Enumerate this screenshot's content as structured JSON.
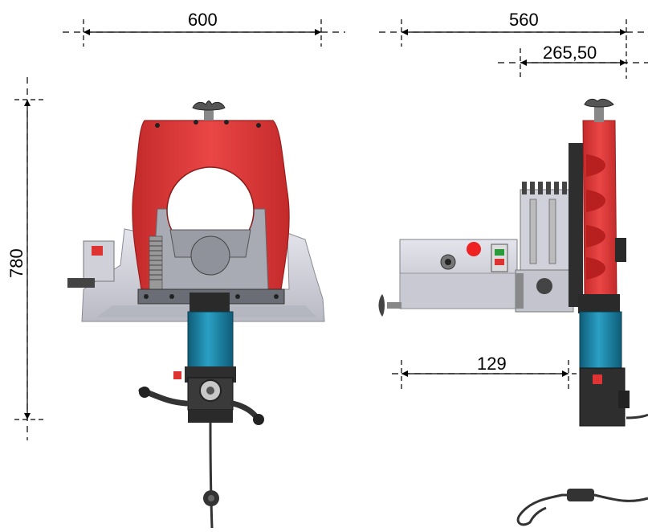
{
  "dimensions": {
    "front_width": "600",
    "front_height": "780",
    "side_depth": "560",
    "side_offset": "265,50",
    "side_lower": "129"
  },
  "colors": {
    "frame_red": "#e33b3b",
    "frame_red_dark": "#b82424",
    "motor_blue": "#1f86a8",
    "motor_blue_dark": "#0f5c78",
    "base_grey": "#c9c9d2",
    "housing_grey": "#d6d8e0",
    "dark": "#2a2a2a",
    "dimension_line": "#000000"
  },
  "icons": [
    "dimension-arrow-icon"
  ]
}
